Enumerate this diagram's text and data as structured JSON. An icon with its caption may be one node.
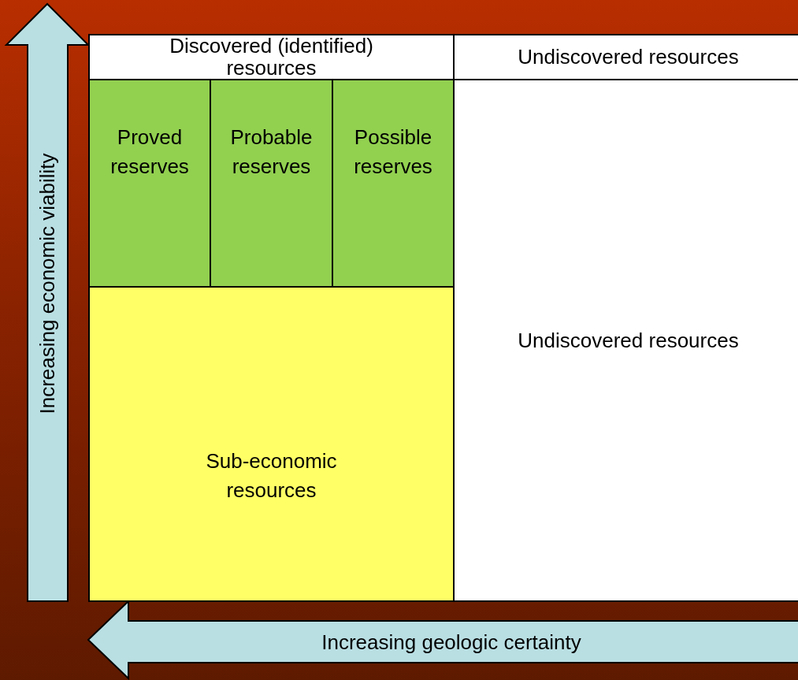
{
  "diagram": {
    "nodes": [
      {
        "text": [
          "Discovered (identified) resources"
        ]
      },
      {
        "text": [
          "Undiscovered resources"
        ]
      },
      {
        "text": [
          "Proved reserves"
        ]
      },
      {
        "text": [
          "Probable reserves"
        ]
      },
      {
        "text": [
          "Possible reserves"
        ]
      },
      {
        "text": [
          "Sub-economic resources"
        ]
      },
      {
        "text": [
          "Undiscovered resources"
        ]
      }
    ],
    "labels": [
      "Increasing economic viability",
      "Increasing geologic certainty"
    ]
  }
}
